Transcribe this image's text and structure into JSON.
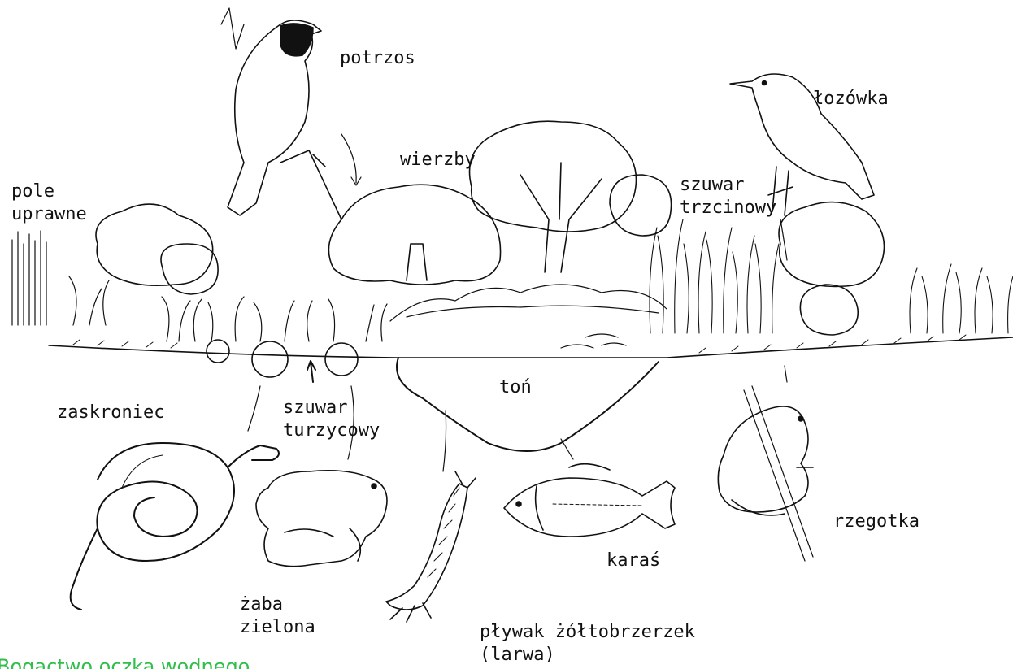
{
  "caption": "Bogactwo oczka wodnego",
  "labels": {
    "potrzos": "potrzos",
    "lozowka": "łozówka",
    "wierzby": "wierzby",
    "pole_uprawne": "pole\nuprawne",
    "szuwar_trzcinowy": "szuwar\ntrzcinowy",
    "zaskroniec": "zaskroniec",
    "szuwar_turzycowy": "szuwar\nturzycowy",
    "ton": "toń",
    "rzegotka": "rzegotka",
    "karas": "karaś",
    "zaba_zielona": "żaba\nzielona",
    "plywak": "pływak żółtobrzerzek\n(larwa)"
  },
  "colors": {
    "ink": "#111111",
    "caption": "#2fbf4a",
    "background": "#ffffff"
  }
}
